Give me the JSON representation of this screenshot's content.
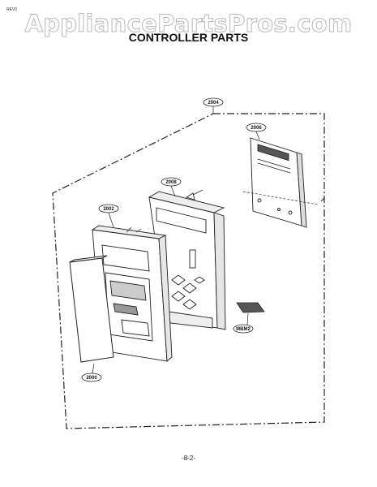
{
  "header": {
    "corner_mark": "REV0",
    "watermark": "AppliancePartsPros.com",
    "title": "CONTROLLER PARTS"
  },
  "callouts": {
    "assembly": "2004",
    "pcb": "2006",
    "frame": "2008",
    "panel": "2002",
    "door": "2000",
    "membrane": "MBM2"
  },
  "footer": {
    "page_number": "-8-2-"
  }
}
